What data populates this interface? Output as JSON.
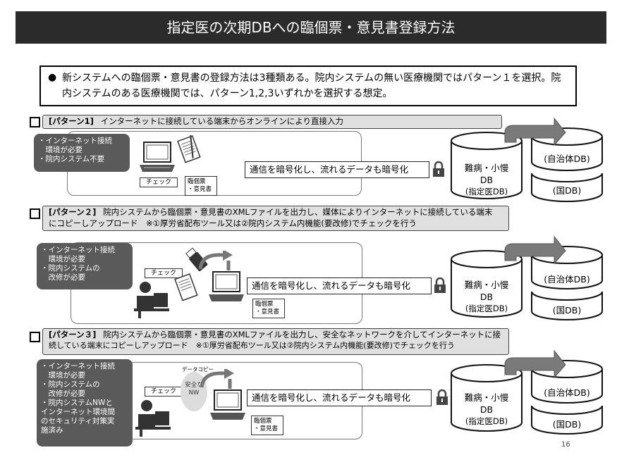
{
  "title": "指定医の次期DBへの臨個票・意見書登録方法",
  "intro": {
    "bullet": "●",
    "text": "新システムへの臨個票・意見書の登録方法は3種類ある。院内システムの無い医療機関ではパターン１を選択。院内システムのある医療機関では、パターン1,2,3いずれかを選択する想定。"
  },
  "patterns": [
    {
      "label": "[パターン1]",
      "desc": "インターネットに接続している端末からオンラインにより直接入力",
      "reqs": [
        "・インターネット接続",
        "　環境が必要",
        "・院内システム不要"
      ],
      "check": "チェック",
      "doc": [
        "臨個票",
        "・意見書"
      ],
      "enc": "通信を暗号化し、流れるデータも暗号化"
    },
    {
      "label": "[パターン２]",
      "desc_line1": "院内システムから臨個票・意見書のXMLファイルを出力し、媒体によりインターネットに接続している端末",
      "desc_line2": "にコピーしアップロード　※①厚労省配布ツール又は②院内システム内機能(要改修)でチェックを行う",
      "reqs": [
        "・インターネット接続",
        "　環境が必要",
        "・院内システムの",
        "　改修が必要"
      ],
      "check": "チェック",
      "doc": [
        "臨個票",
        "・意見書"
      ],
      "enc": "通信を暗号化し、流れるデータも暗号化"
    },
    {
      "label": "[パターン３]",
      "desc_line1": "院内システムから臨個票・意見書のXMLファイルを出力し、安全なネットワークを介してインターネットに接",
      "desc_line2": "続している端末にコピーしアップロード　※①厚労省配布ツール又は②院内システム内機能(要改修)でチェックを行う",
      "reqs": [
        "・インターネット接続",
        "　環境が必要",
        "・院内システムの",
        "　改修が必要",
        "・院内システムNWと",
        "インターネット環境間",
        "のセキュリティ対策実",
        "施済み"
      ],
      "check": "チェック",
      "copy": "データコピー",
      "safe_nw": [
        "安全な",
        "NW"
      ],
      "doc": [
        "臨個票",
        "・意見書"
      ],
      "enc": "通信を暗号化し、流れるデータも暗号化"
    }
  ],
  "db": {
    "main": [
      "難病・小慢",
      "DB",
      "(指定医DB)"
    ],
    "local": "(自治体DB)",
    "national": "(国DB)"
  },
  "page_number": "16",
  "colors": {
    "title_bg": "#2b2b2b",
    "dark_box": "#5a5a5a",
    "header_bg": "#e0e0e0",
    "arrow": "#7a7a7a"
  }
}
